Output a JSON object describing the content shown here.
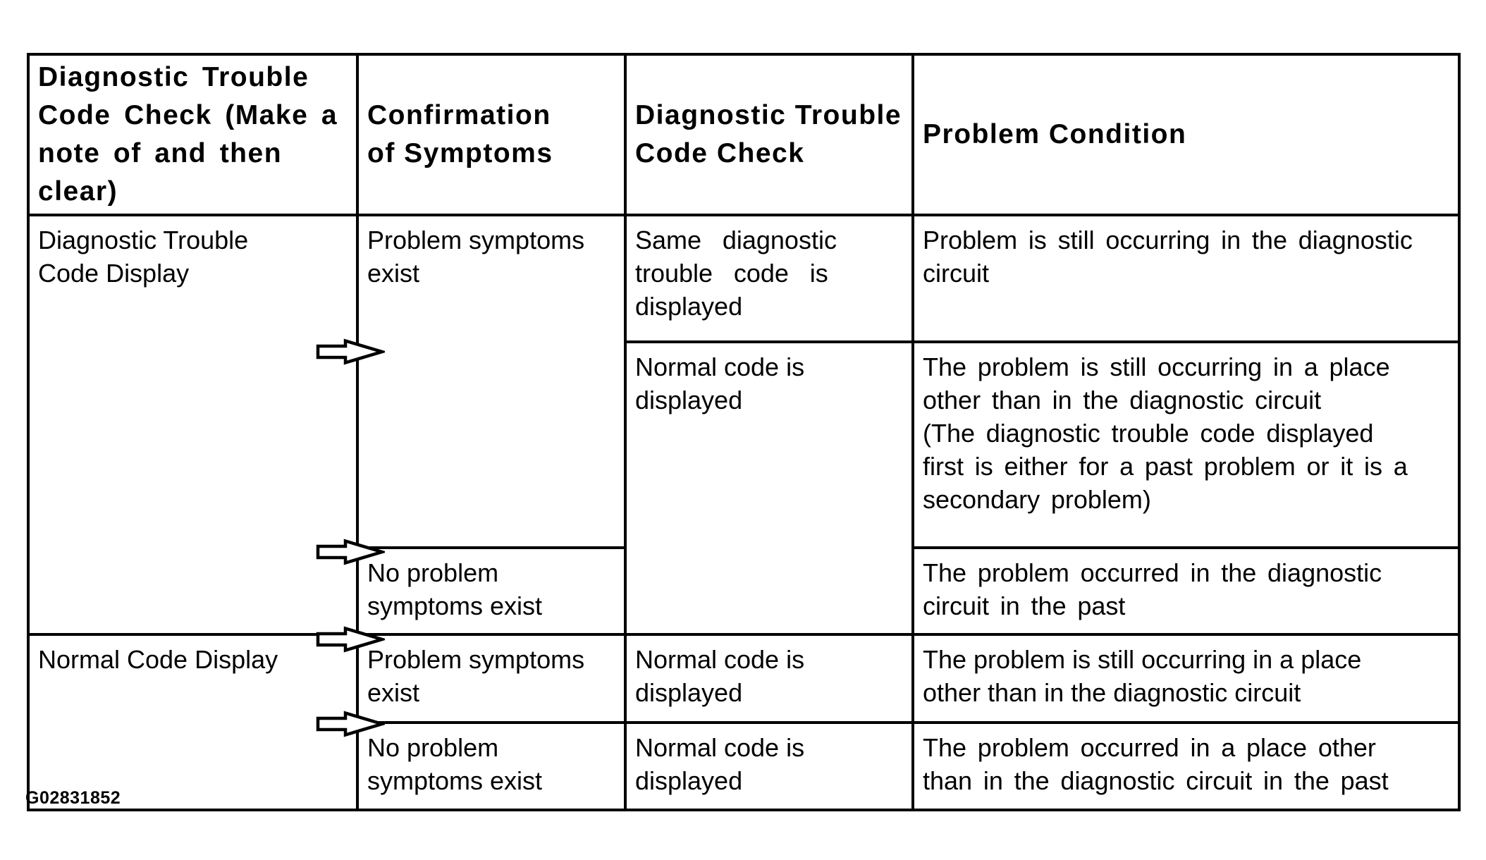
{
  "page": {
    "background_color": "#ffffff",
    "text_color": "#000000",
    "border_color": "#000000",
    "figure_code": "G02831852"
  },
  "icons": {
    "flow_arrow": "right-block-arrow-outline",
    "flow_arrow_count": 4
  },
  "table": {
    "headers": {
      "check_clear": "Diagnostic Trouble Code Check (Make a note of and then clear)",
      "confirmation": "Confirmation\nof Symptoms",
      "dtc_check": "Diagnostic Trouble\nCode Check",
      "problem_condition": "Problem Condition"
    },
    "dtc_display": {
      "label": "Diagnostic Trouble\nCode Display",
      "problem_symptoms": "Problem symptoms\nexist",
      "same_code": "Same diagnostic\ntrouble code is\ndisplayed",
      "same_code_condition": "Problem is still occurring in the diagnostic\ncircuit",
      "normal_code": "Normal code is\ndisplayed",
      "normal_code_condition": "The problem is still occurring in a place\nother than in the diagnostic circuit\n(The diagnostic trouble code displayed\nfirst is either for a past problem or it is a\nsecondary problem)",
      "no_symptoms": "No problem\nsymptoms exist",
      "no_symptoms_condition": "The problem occurred in the diagnostic\ncircuit in the past"
    },
    "normal_display": {
      "label": "Normal Code Display",
      "problem_symptoms": "Problem symptoms\nexist",
      "problem_code": "Normal code is\ndisplayed",
      "problem_condition": "The problem is still occurring in a place\nother than in the diagnostic circuit",
      "no_symptoms": "No problem\nsymptoms exist",
      "no_symptoms_code": "Normal code is\ndisplayed",
      "no_symptoms_condition": "The problem occurred in a place other\nthan in the diagnostic circuit in the past"
    }
  }
}
